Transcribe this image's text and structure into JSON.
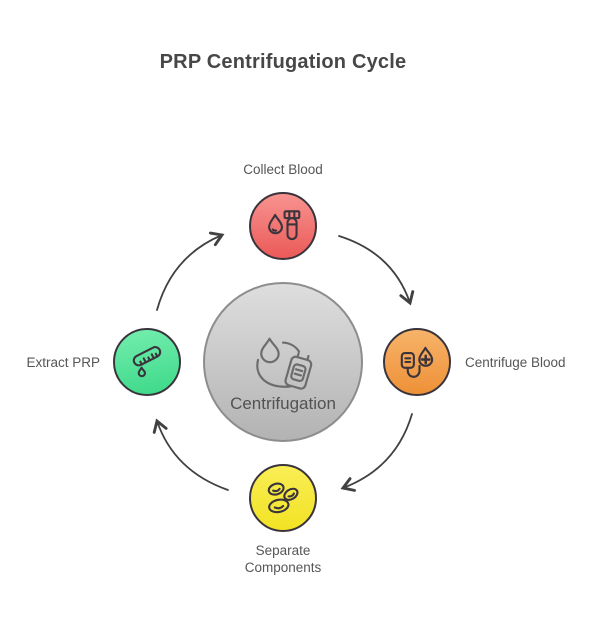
{
  "title": "PRP Centrifugation Cycle",
  "center": {
    "label": "Centrifugation",
    "icon": "centrifugation-cycle-icon",
    "colors": {
      "fill_top": "#dedede",
      "fill_bottom": "#b3b3b3",
      "border": "#8d8d8d",
      "icon_stroke": "#6c6c6c"
    }
  },
  "steps": [
    {
      "id": "collect-blood",
      "label": "Collect Blood",
      "position": "top",
      "icon": "blood-drop-and-test-tube-icon",
      "colors": {
        "fill_top": "#f79390",
        "fill_bottom": "#eb5a58"
      }
    },
    {
      "id": "centrifuge-blood",
      "label": "Centrifuge Blood",
      "position": "right",
      "icon": "blood-bag-and-medical-drop-icon",
      "colors": {
        "fill_top": "#f7b369",
        "fill_bottom": "#ee9138"
      }
    },
    {
      "id": "separate-components",
      "label": "Separate Components",
      "position": "bottom",
      "icon": "blood-cells-icon",
      "colors": {
        "fill_top": "#f9ee55",
        "fill_bottom": "#f2e224"
      }
    },
    {
      "id": "extract-prp",
      "label": "Extract PRP",
      "position": "left",
      "icon": "tilted-test-tube-drip-icon",
      "colors": {
        "fill_top": "#74eeae",
        "fill_bottom": "#3cd889"
      }
    }
  ],
  "arrows": {
    "direction": "clockwise",
    "style": "curved-open-arrowhead",
    "color": "#414141",
    "node_border_color": "#39333b",
    "label_color": "#565656"
  }
}
